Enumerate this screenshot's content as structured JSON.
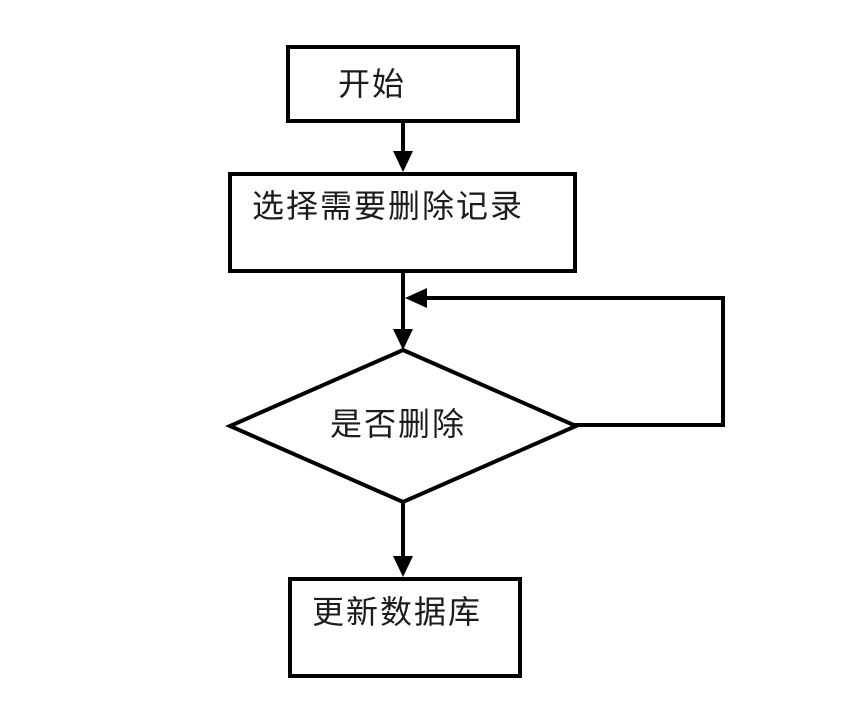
{
  "canvas": {
    "background_color": "#ffffff",
    "stroke_color": "#000000",
    "text_color": "#1c1c1c"
  },
  "flowchart": {
    "kind": "flowchart",
    "direction": "top-down",
    "nodes": [
      {
        "id": "start",
        "shape": "rectangle",
        "label": "开始"
      },
      {
        "id": "select",
        "shape": "rectangle",
        "label": "选择需要删除记录"
      },
      {
        "id": "decision",
        "shape": "diamond",
        "label": "是否删除"
      },
      {
        "id": "update",
        "shape": "rectangle",
        "label": "更新数据库"
      }
    ],
    "edges": [
      {
        "from": "start",
        "to": "select",
        "type": "arrow"
      },
      {
        "from": "select",
        "to": "decision",
        "type": "arrow"
      },
      {
        "from": "decision",
        "to": "select-to-decision-line",
        "type": "loop-back-arrow"
      },
      {
        "from": "decision",
        "to": "update",
        "type": "arrow"
      }
    ]
  }
}
